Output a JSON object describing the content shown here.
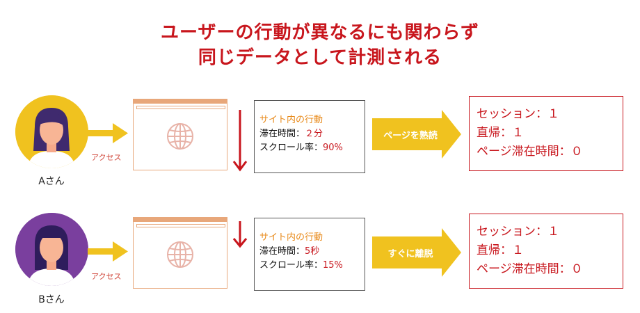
{
  "title": {
    "line1": "ユーザーの行動が異なるにも関わらず",
    "line2": "同じデータとして計測される"
  },
  "colors": {
    "accent_red": "#c8161d",
    "arrow_yellow": "#f0c21f",
    "browser_orange": "#e8a77a",
    "info_head_orange": "#e88a1a",
    "user_a_bg": "#f0c21f",
    "user_b_bg": "#7a3f9e"
  },
  "icons": [
    "user-a-avatar",
    "user-b-avatar",
    "browser-window-icon",
    "globe-icon",
    "down-arrow-icon",
    "right-arrow-icon",
    "chevron-arrow"
  ],
  "rows": [
    {
      "user": "Aさん",
      "access": "アクセス",
      "info": {
        "heading": "サイト内の行動",
        "stay_label": "滞在時間：",
        "stay_value": "２分",
        "scroll_label": "スクロール率：",
        "scroll_value": "90%"
      },
      "action": "ページを熟読",
      "result": [
        "セッション：１",
        "直帰：１",
        "ページ滞在時間：０"
      ]
    },
    {
      "user": "Bさん",
      "access": "アクセス",
      "info": {
        "heading": "サイト内の行動",
        "stay_label": "滞在時間：",
        "stay_value": "5秒",
        "scroll_label": "スクロール率：",
        "scroll_value": "15%"
      },
      "action": "すぐに離脱",
      "result": [
        "セッション：１",
        "直帰：１",
        "ページ滞在時間：０"
      ]
    }
  ]
}
